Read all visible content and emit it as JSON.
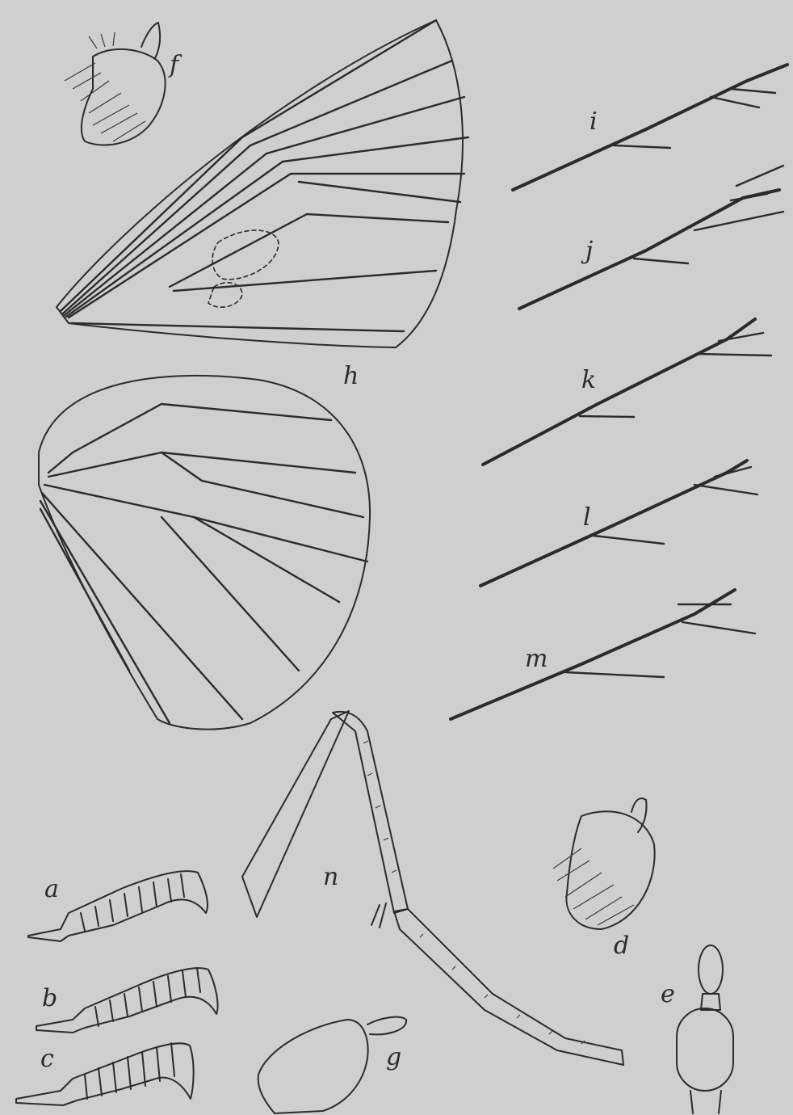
{
  "labels": {
    "a": "a",
    "b": "b",
    "c": "c",
    "d": "d",
    "e": "e",
    "f": "f",
    "g": "g",
    "h": "h",
    "i": "i",
    "j": "j",
    "k": "k",
    "l": "l",
    "m": "m",
    "n": "n"
  },
  "colors": {
    "paper": "#cfcfcf",
    "ink": "#2b2b2b"
  }
}
